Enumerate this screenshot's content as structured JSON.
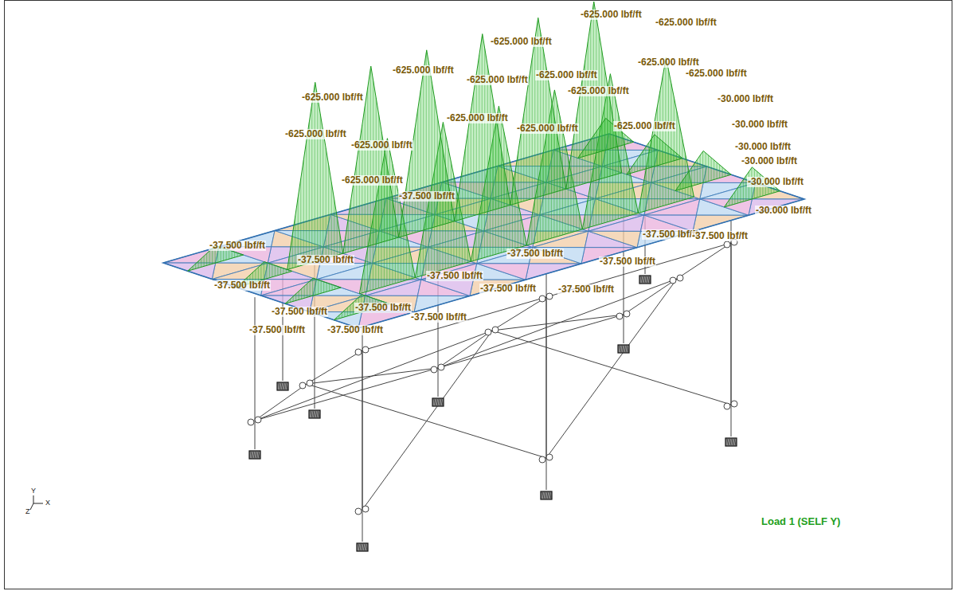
{
  "diagram": {
    "labels": [
      "-625.000 lbf/ft",
      "-625.000 lbf/ft",
      "-625.000 lbf/ft",
      "-625.000 lbf/ft",
      "-625.000 lbf/ft",
      "-625.000 lbf/ft",
      "-625.000 lbf/ft",
      "-625.000 lbf/ft",
      "-625.000 lbf/ft",
      "-625.000 lbf/ft",
      "-625.000 lbf/ft",
      "-625.000 lbf/ft",
      "-625.000 lbf/ft",
      "-625.000 lbf/ft",
      "-625.000 lbf/ft",
      "-625.000 lbf/ft",
      "-37.500 lbf/ft",
      "-37.500 lbf/ft",
      "-37.500 lbf/ft",
      "-37.500 lbf/ft",
      "-37.500 lbf/ft",
      "-37.500 lbf/ft",
      "-37.500 lbf/ft",
      "-37.500 lbf/ft",
      "-37.500 lbf/ft",
      "-37.500 lbf/ft",
      "-37.500 lbf/ft",
      "-37.500 lbf/ft",
      "-37.500 lbf/ft",
      "-37.500 lbf/ft",
      "-37.500 lbf/ft",
      "-37.500 lbf/ft",
      "-30.000 lbf/ft",
      "-30.000 lbf/ft",
      "-30.000 lbf/ft",
      "-30.000 lbf/ft",
      "-30.000 lbf/ft",
      "-30.000 lbf/ft",
      "Load 1 (SELF Y)",
      "Y",
      "X",
      "Z"
    ]
  }
}
